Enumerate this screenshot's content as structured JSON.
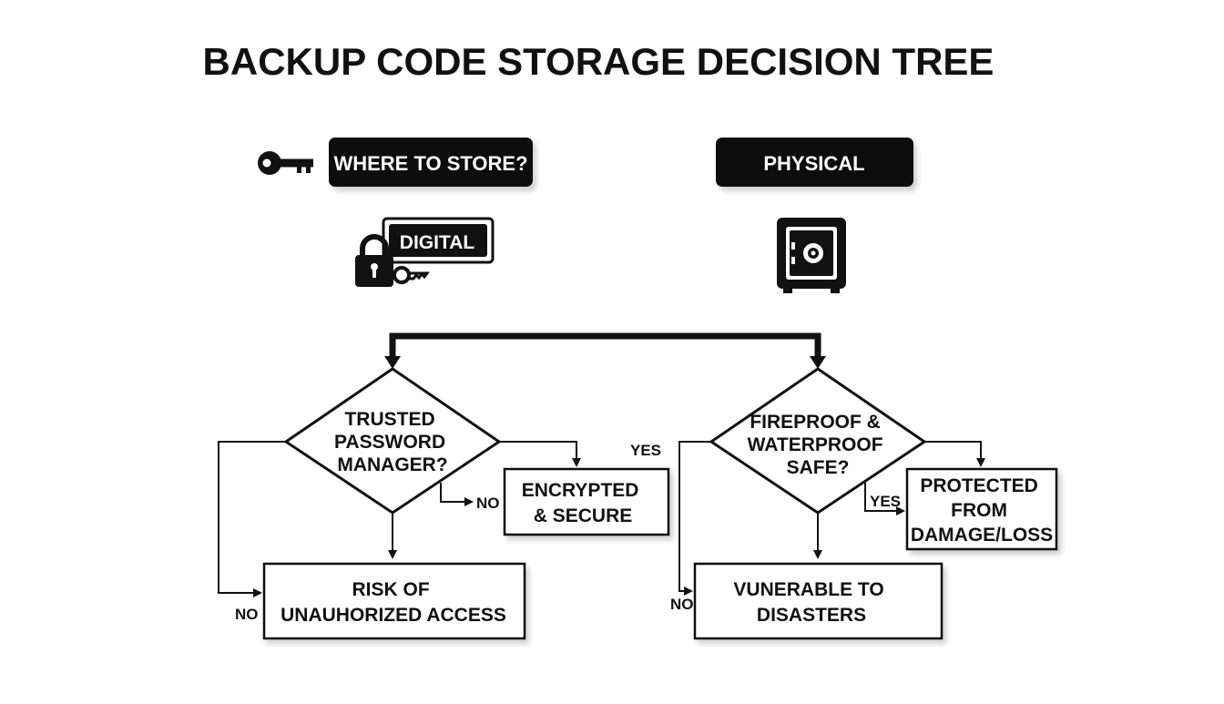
{
  "title": "BACKUP CODE STORAGE DECISION TREE",
  "nodes": {
    "where_to_store": "WHERE TO STORE?",
    "physical": "PHYSICAL",
    "digital": "DIGITAL",
    "q_password_manager": [
      "TRUSTED",
      "PASSWORD",
      "MANAGER?"
    ],
    "q_safe": [
      "FIREPROOF &",
      "WATERPROOF",
      "SAFE?"
    ],
    "encrypted": [
      "ENCRYPTED",
      "& SECURE"
    ],
    "risk": [
      "RISK OF",
      "UNAUHORIZED ACCESS"
    ],
    "protected": [
      "PROTECTED",
      "FROM",
      "DAMAGE/LOSS"
    ],
    "vulnerable": [
      "VUNERABLE TO",
      "DISASTERS"
    ]
  },
  "edge_labels": {
    "left_yes": "YES",
    "left_no_side": "NO",
    "left_no_bottom": "NO",
    "right_yes": "YES",
    "right_no": "NO"
  },
  "icons": {
    "key": "key-icon",
    "lock": "padlock-key-icon",
    "safe": "safe-icon"
  },
  "colors": {
    "ink": "#111111",
    "background": "#ffffff",
    "label_text_dark": "#ffffff"
  }
}
